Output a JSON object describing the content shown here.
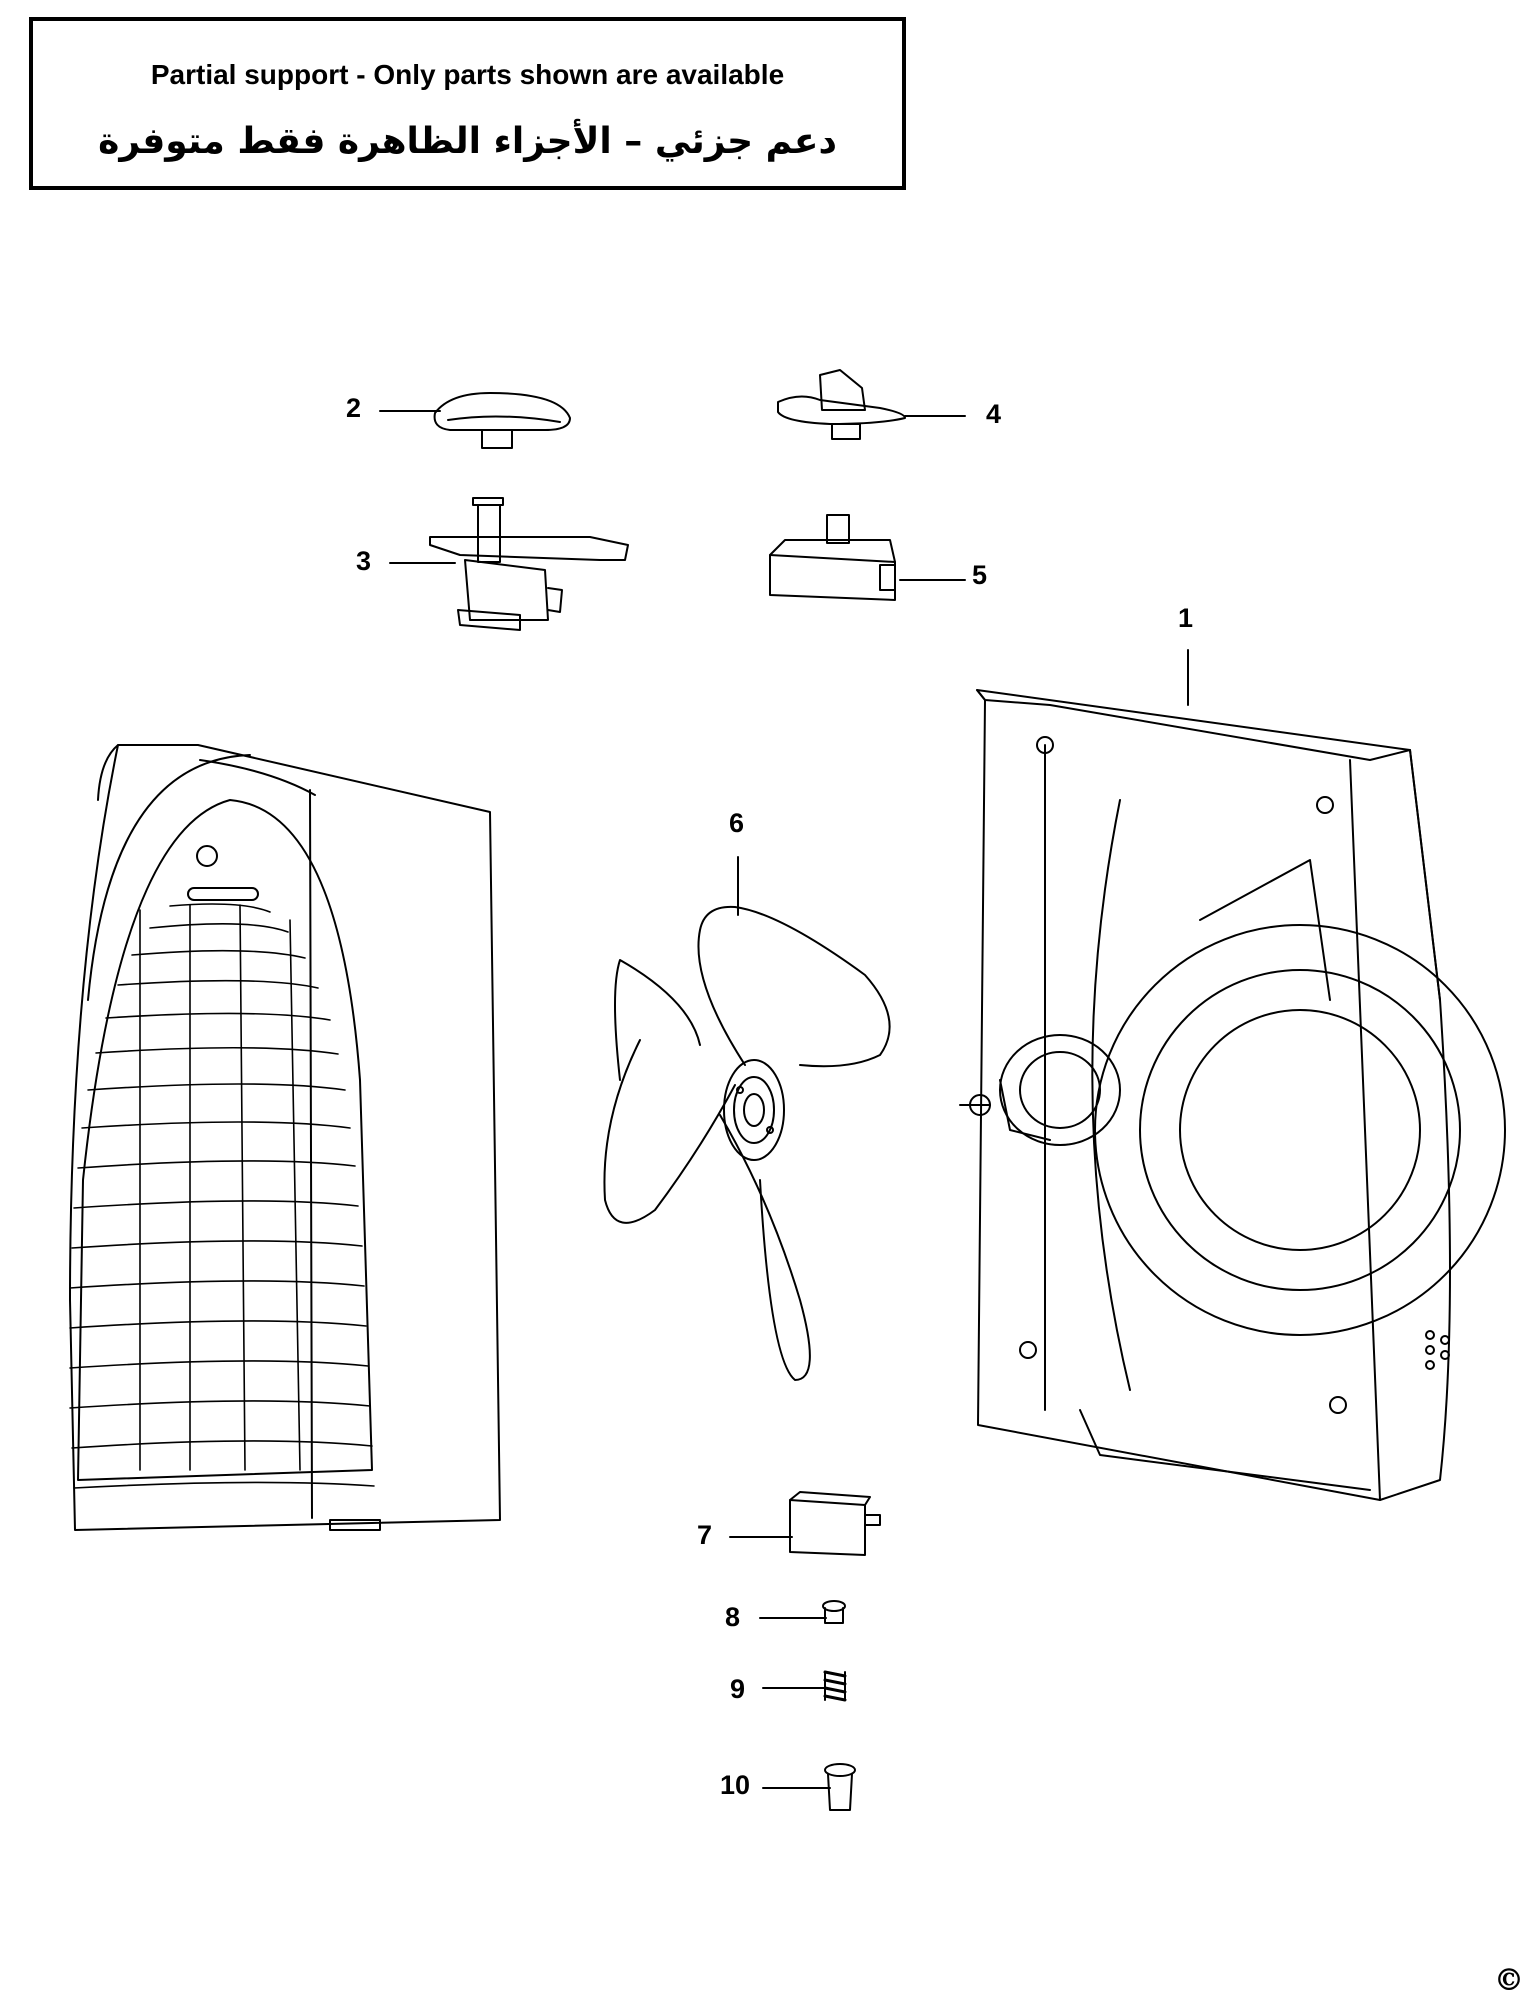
{
  "notice": {
    "english": "Partial support - Only parts shown are available",
    "arabic": "دعم جزئي – الأجزاء الظاهرة فقط متوفرة"
  },
  "callouts": [
    {
      "id": "1",
      "label": "1"
    },
    {
      "id": "2",
      "label": "2"
    },
    {
      "id": "3",
      "label": "3"
    },
    {
      "id": "4",
      "label": "4"
    },
    {
      "id": "5",
      "label": "5"
    },
    {
      "id": "6",
      "label": "6"
    },
    {
      "id": "7",
      "label": "7"
    },
    {
      "id": "8",
      "label": "8"
    },
    {
      "id": "9",
      "label": "9"
    },
    {
      "id": "10",
      "label": "10"
    }
  ],
  "copyright_symbol": "©",
  "colors": {
    "line": "#000000",
    "background": "#ffffff"
  }
}
